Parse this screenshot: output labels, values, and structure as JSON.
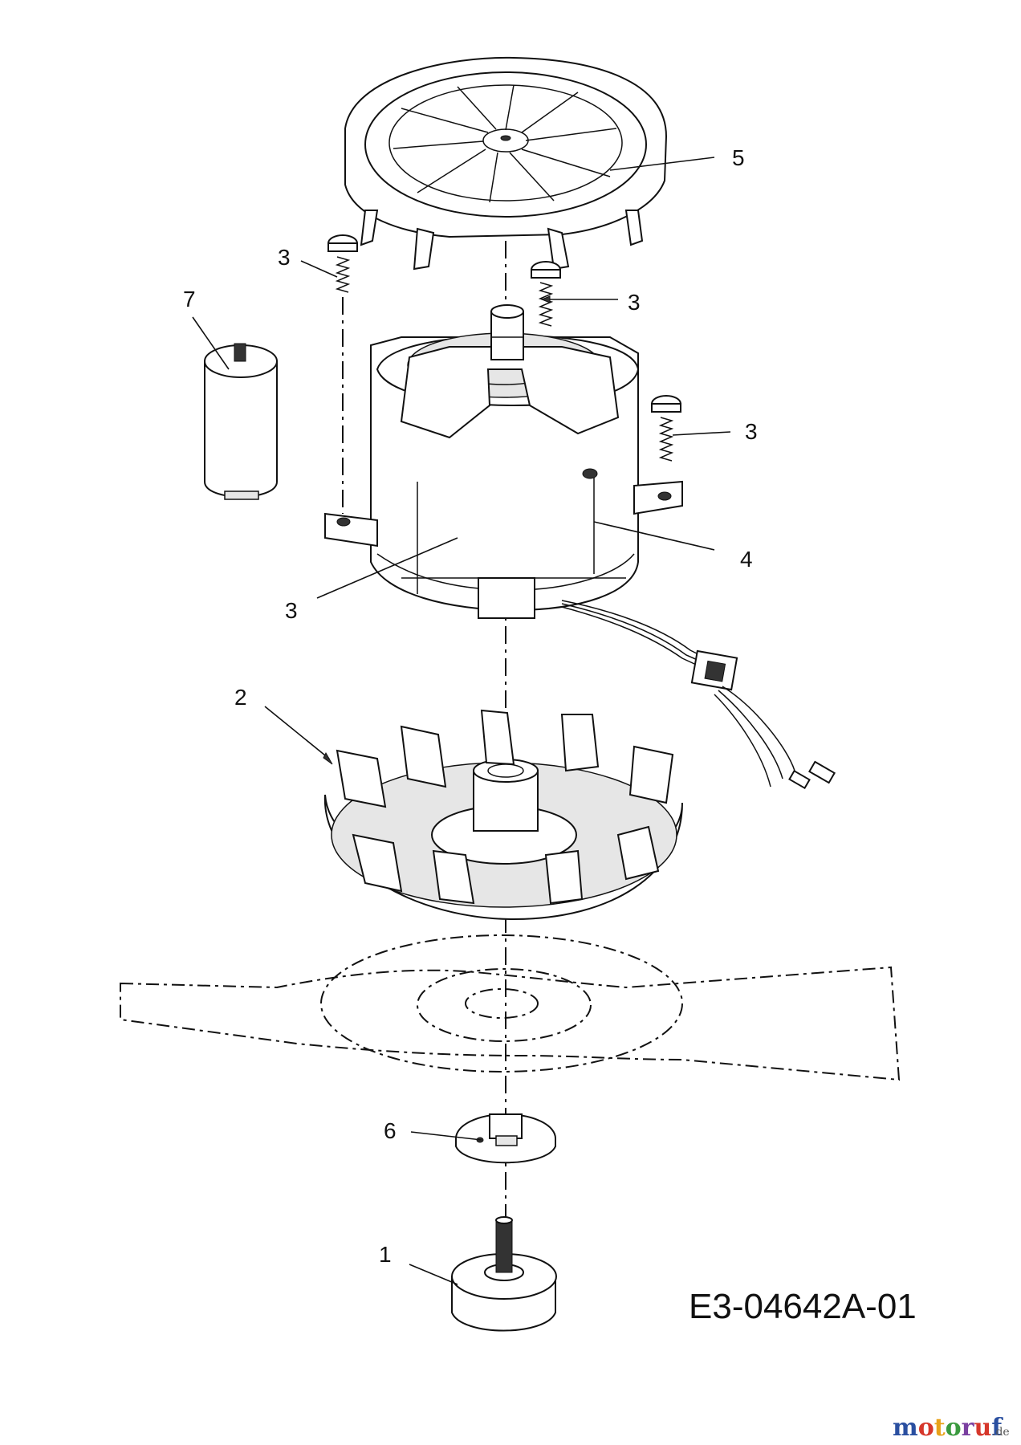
{
  "diagram": {
    "drawing_code": "E3-04642A-01",
    "callouts": [
      {
        "id": "c5",
        "label": "5"
      },
      {
        "id": "c3a",
        "label": "3"
      },
      {
        "id": "c3b",
        "label": "3"
      },
      {
        "id": "c3c",
        "label": "3"
      },
      {
        "id": "c3d",
        "label": "3"
      },
      {
        "id": "c7",
        "label": "7"
      },
      {
        "id": "c4",
        "label": "4"
      },
      {
        "id": "c2",
        "label": "2"
      },
      {
        "id": "c6",
        "label": "6"
      },
      {
        "id": "c1",
        "label": "1"
      }
    ],
    "watermark": {
      "brand": "motoruf",
      "suffix": ".de",
      "colors": [
        "#2a4fa0",
        "#d6372b",
        "#e8a21a",
        "#3a9a3e",
        "#7a3fa0",
        "#d6372b",
        "#2a4fa0"
      ]
    }
  }
}
